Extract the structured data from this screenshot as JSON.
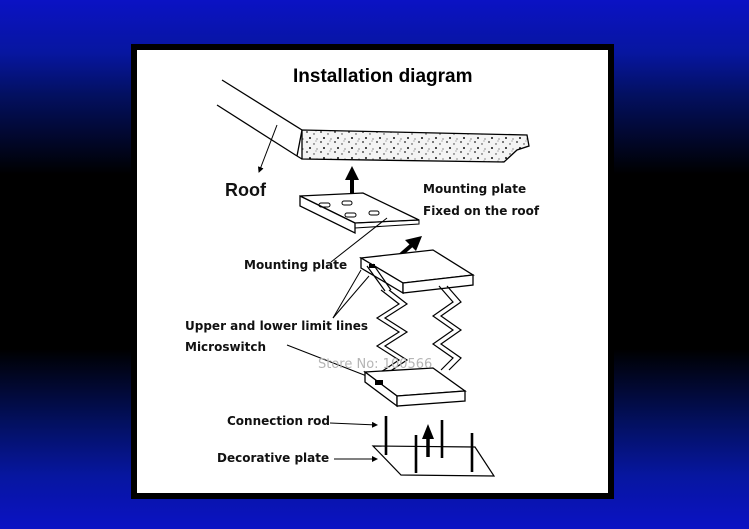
{
  "diagram": {
    "title": "Installation diagram",
    "labels": {
      "roof": "Roof",
      "mounting_plate_top_line1": "Mounting plate",
      "mounting_plate_top_line2": "Fixed on the roof",
      "mounting_plate": "Mounting plate",
      "limit_lines": "Upper and lower limit lines",
      "microswitch": "Microswitch",
      "connection_rod": "Connection rod",
      "decorative_plate": "Decorative plate"
    },
    "watermark": "Store No: 100566"
  },
  "colors": {
    "background_top": "#0b12c4",
    "background_mid": "#000000",
    "panel_bg": "#ffffff",
    "line": "#000000"
  }
}
